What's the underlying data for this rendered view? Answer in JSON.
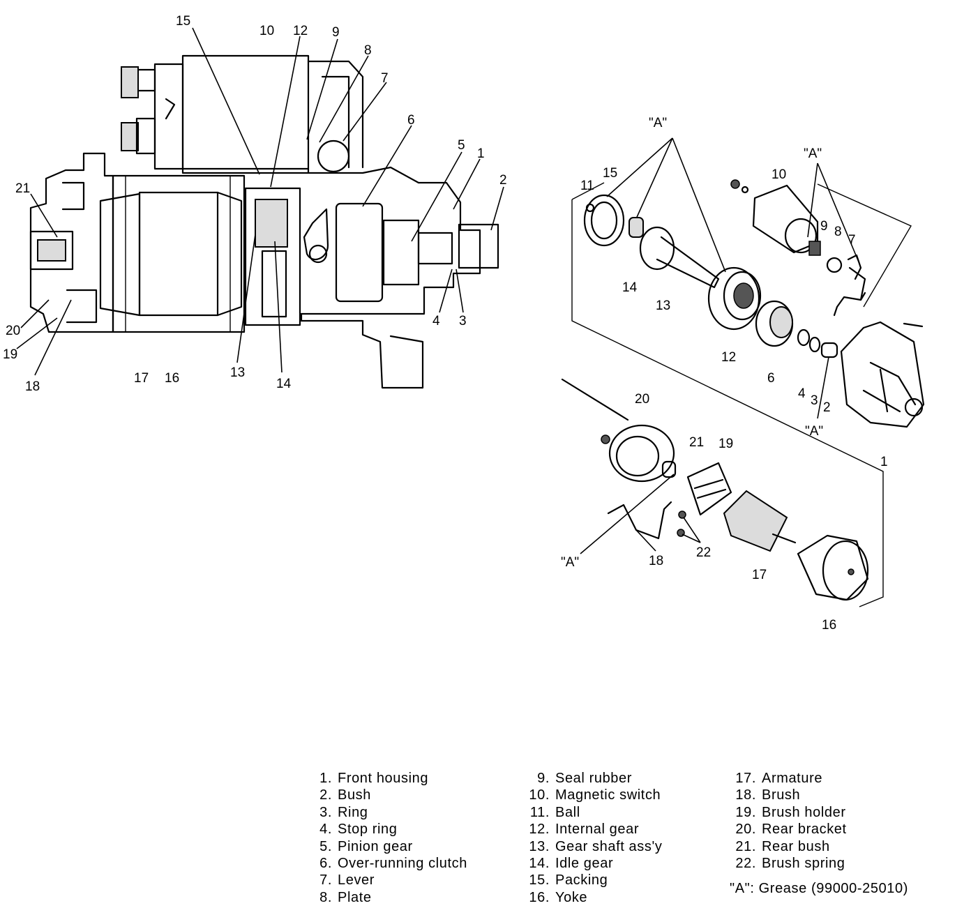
{
  "callouts": {
    "sec": [
      "15",
      "10",
      "12",
      "9",
      "8",
      "7",
      "6",
      "5",
      "1",
      "2",
      "21",
      "20",
      "19",
      "18",
      "17",
      "16",
      "13",
      "14",
      "4",
      "3"
    ],
    "exp": [
      "\"A\"",
      "15",
      "11",
      "10",
      "\"A\"",
      "9",
      "8",
      "7",
      "14",
      "13",
      "12",
      "6",
      "4",
      "3",
      "2",
      "\"A\"",
      "1",
      "20",
      "21",
      "19",
      "\"A\"",
      "18",
      "22",
      "17",
      "16"
    ]
  },
  "legend": {
    "col1": [
      {
        "num": "1.",
        "label": "Front housing"
      },
      {
        "num": "2.",
        "label": "Bush"
      },
      {
        "num": "3.",
        "label": "Ring"
      },
      {
        "num": "4.",
        "label": "Stop ring"
      },
      {
        "num": "5.",
        "label": "Pinion gear"
      },
      {
        "num": "6.",
        "label": "Over-running clutch"
      },
      {
        "num": "7.",
        "label": "Lever"
      },
      {
        "num": "8.",
        "label": "Plate"
      }
    ],
    "col2": [
      {
        "num": "9.",
        "label": "Seal rubber"
      },
      {
        "num": "10.",
        "label": "Magnetic switch"
      },
      {
        "num": "11.",
        "label": "Ball"
      },
      {
        "num": "12.",
        "label": "Internal gear"
      },
      {
        "num": "13.",
        "label": "Gear shaft ass'y"
      },
      {
        "num": "14.",
        "label": "Idle gear"
      },
      {
        "num": "15.",
        "label": "Packing"
      },
      {
        "num": "16.",
        "label": "Yoke"
      }
    ],
    "col3": [
      {
        "num": "17.",
        "label": "Armature"
      },
      {
        "num": "18.",
        "label": "Brush"
      },
      {
        "num": "19.",
        "label": "Brush holder"
      },
      {
        "num": "20.",
        "label": "Rear bracket"
      },
      {
        "num": "21.",
        "label": "Rear bush"
      },
      {
        "num": "22.",
        "label": "Brush spring"
      }
    ],
    "grease_note": "\"A\": Grease (99000-25010)"
  }
}
